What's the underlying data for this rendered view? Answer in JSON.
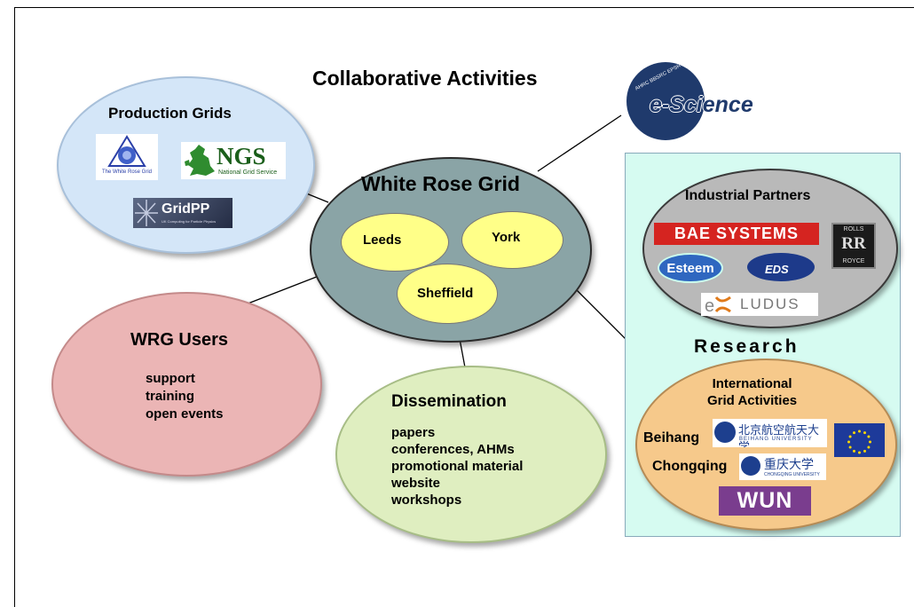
{
  "title": "Collaborative Activities",
  "center": {
    "title": "White Rose Grid",
    "nodes": [
      "Leeds",
      "York",
      "Sheffield"
    ]
  },
  "production_grids": {
    "title": "Production Grids",
    "logos": {
      "wrg": "The White Rose Grid",
      "ngs": "NGS",
      "ngs_sub": "National Grid Service",
      "gridpp": "GridPP",
      "gridpp_sub": "UK Computing for Particle Physics"
    }
  },
  "escience": {
    "logo": "e-Science",
    "ring": "AHRC BBSRC EPSRC ESRC MRC NERC STFC"
  },
  "wrg_users": {
    "title": "WRG Users",
    "items": [
      "support",
      "training",
      "open events"
    ]
  },
  "dissemination": {
    "title": "Dissemination",
    "items": [
      "papers",
      "conferences, AHMs",
      "promotional material",
      "website",
      "workshops"
    ]
  },
  "industrial": {
    "title": "Industrial Partners",
    "logos": {
      "bae": "BAE SYSTEMS",
      "rr_top": "ROLLS",
      "rr_mid": "RR",
      "rr_bot": "ROYCE",
      "esteem": "Esteem",
      "eds": "EDS",
      "ludus": "LUDUS"
    }
  },
  "research": {
    "label": "Research"
  },
  "international": {
    "title_line1": "International",
    "title_line2": "Grid Activities",
    "beihang": "Beihang",
    "beihang_logo": "北京航空航天大学",
    "beihang_sub": "BEIHANG UNIVERSITY",
    "chongqing": "Chongqing",
    "chongqing_logo": "重庆大学",
    "chongqing_sub": "CHONGQING UNIVERSITY",
    "wun": "WUN"
  },
  "colors": {
    "production": "#d4e6f8",
    "center": "#8aa4a6",
    "yellow": "#ffff88",
    "users": "#ebb5b5",
    "dissemination": "#dfeec0",
    "industrial": "#b9b9b9",
    "international": "#f6c98b",
    "research_box": "#d6fbf1"
  }
}
